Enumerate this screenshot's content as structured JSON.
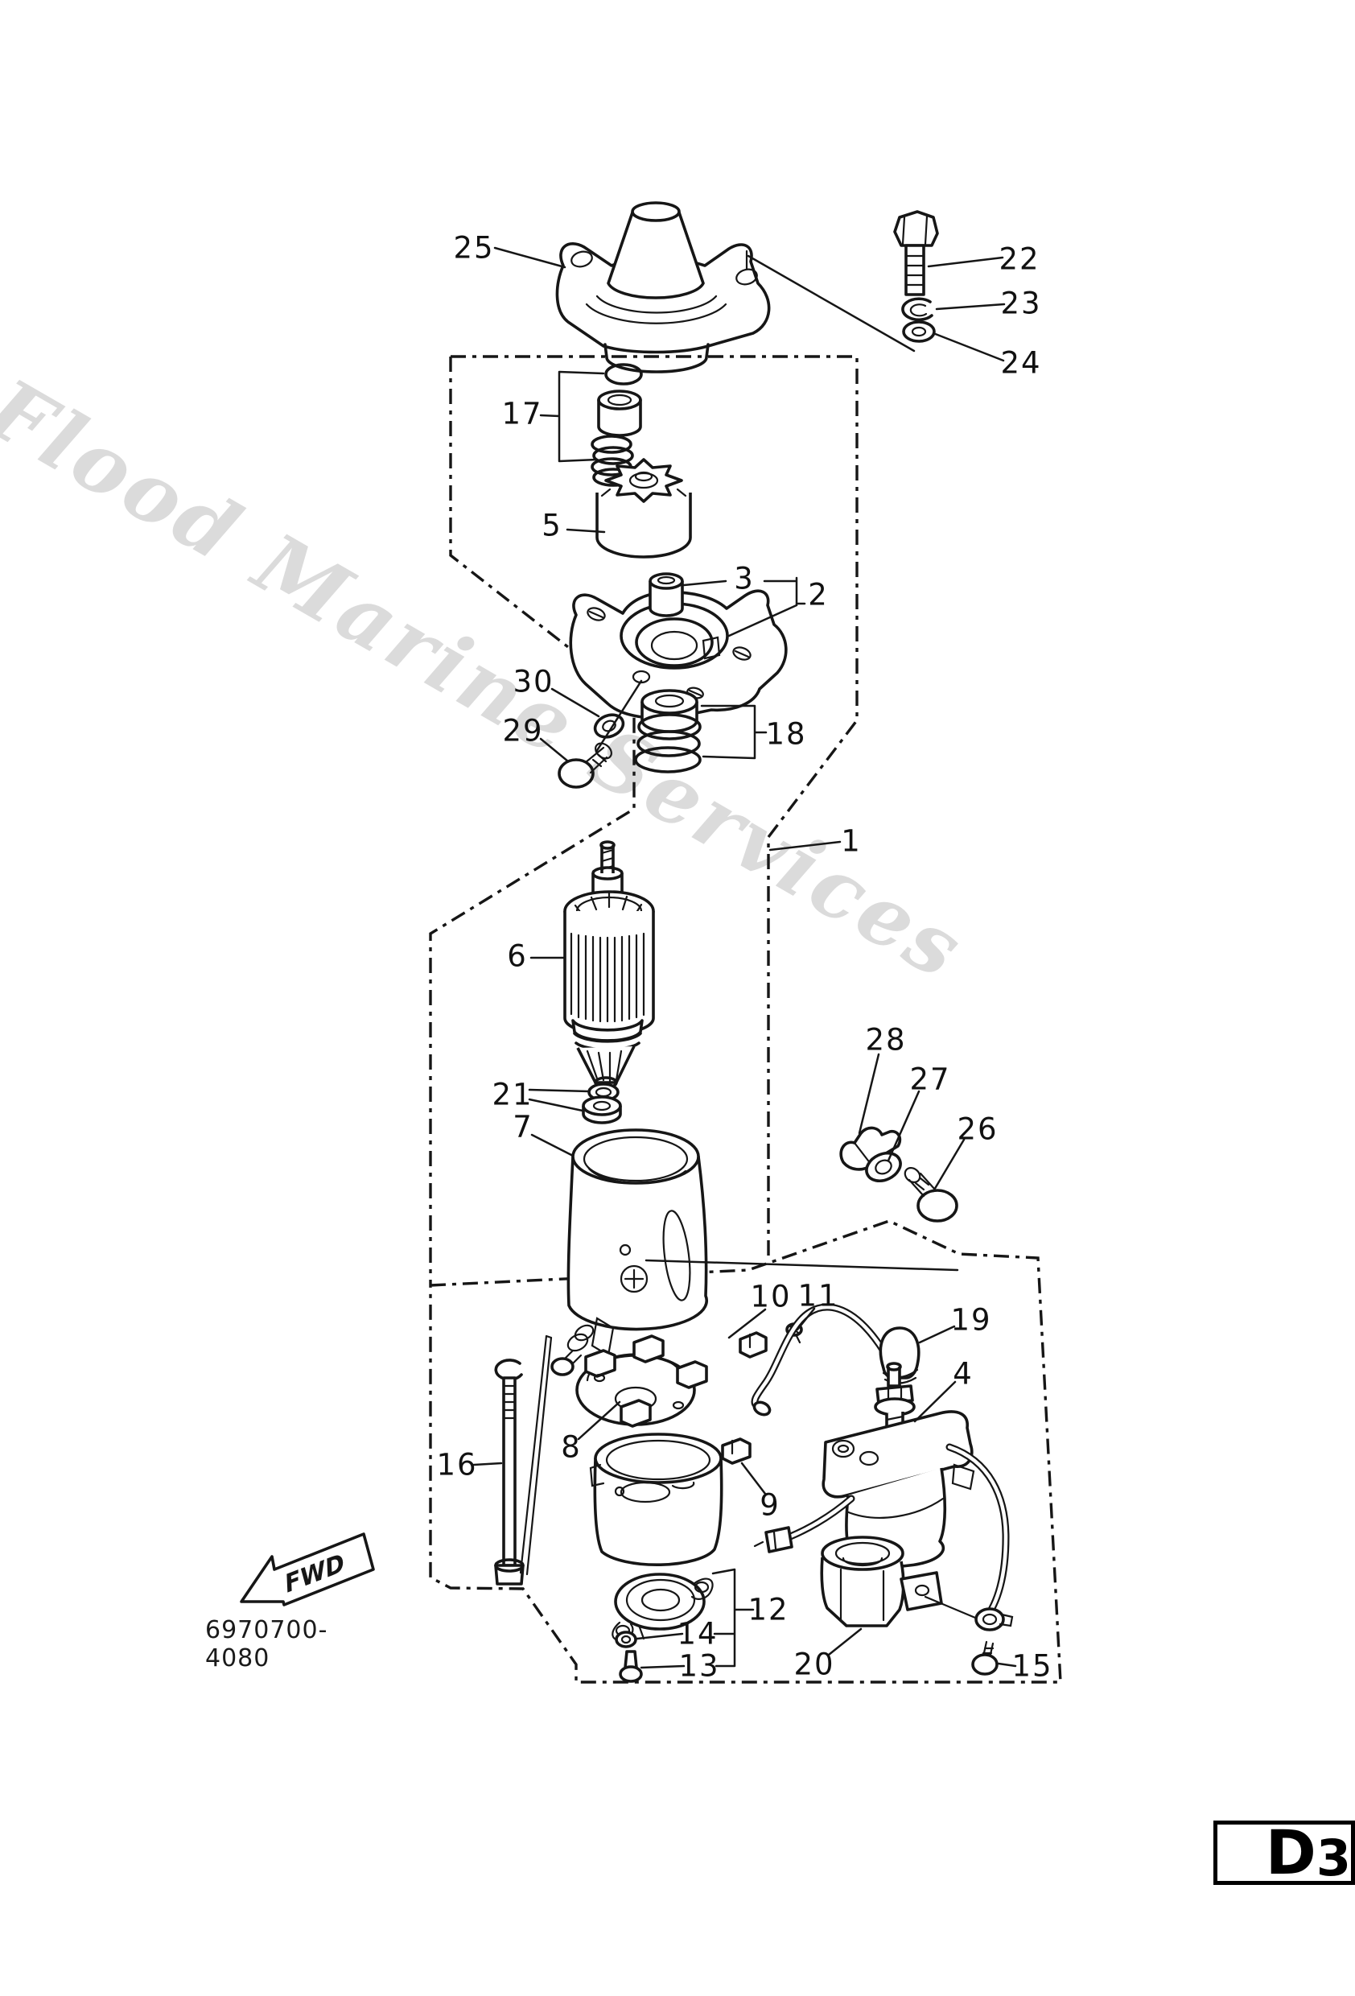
{
  "watermark": "Flood Marine Services",
  "drawing_number": "6970700-4080",
  "direction_indicator": "FWD",
  "page_tab": {
    "prefix": "D",
    "number": "3"
  },
  "callouts": {
    "c1": "1",
    "c2": "2",
    "c3": "3",
    "c4": "4",
    "c5": "5",
    "c6": "6",
    "c7": "7",
    "c8": "8",
    "c9": "9",
    "c10": "10",
    "c11": "11",
    "c12": "12",
    "c13": "13",
    "c14": "14",
    "c15": "15",
    "c16": "16",
    "c17": "17",
    "c18": "18",
    "c19": "19",
    "c20": "20",
    "c21": "21",
    "c22": "22",
    "c23": "23",
    "c24": "24",
    "c25": "25",
    "c26": "26",
    "c27": "27",
    "c28": "28",
    "c29": "29",
    "c30": "30"
  }
}
